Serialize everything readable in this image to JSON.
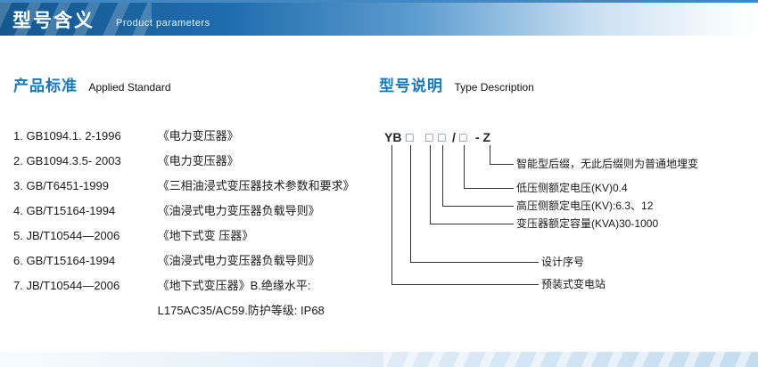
{
  "header": {
    "title": "型号含义",
    "subtitle": "Product parameters"
  },
  "standards": {
    "title": "产品标准",
    "title_en": "Applied Standard",
    "items": [
      {
        "code": "1. GB1094.1. 2-1996",
        "title": "《电力变压器》"
      },
      {
        "code": "2. GB1094.3.5- 2003",
        "title": "《电力变压器》"
      },
      {
        "code": "3. GB/T6451-1999",
        "title": "《三相油浸式变压器技术参数和要求》"
      },
      {
        "code": "4. GB/T15164-1994",
        "title": "《油浸式电力变压器负载导则》"
      },
      {
        "code": "5. JB/T10544—2006",
        "title": "《地下式变 压器》"
      },
      {
        "code": "6. GB/T15164-1994",
        "title": "《油浸式电力变压器负载导则》"
      },
      {
        "code": "7. JB/T10544—2006",
        "title": "《地下式变压器》B.绝缘水平:"
      },
      {
        "code": "",
        "title": "L175AC35/AC59.防护等级: IP68"
      }
    ]
  },
  "type_desc": {
    "title": "型号说明",
    "title_en": "Type Description",
    "model": {
      "prefix": "YB",
      "box1": "□",
      "box2a": "□",
      "box2b": "□",
      "slash": "/",
      "box3": "□",
      "suffix": "- Z"
    },
    "labels": [
      "智能型后缀，无此后缀则为普通地埋变",
      "低压侧额定电压(KV)0.4",
      "高压侧额定电压(KV):6.3、12",
      "变压器额定容量(KVA)30-1000",
      "设计序号",
      "预装式变电站"
    ]
  }
}
